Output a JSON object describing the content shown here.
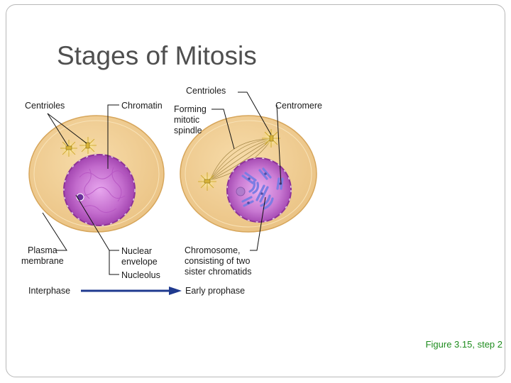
{
  "slide": {
    "title": "Stages of Mitosis",
    "caption": "Figure 3.15, step 2"
  },
  "labels": {
    "centrioles_left": "Centrioles",
    "chromatin": "Chromatin",
    "centrioles_top": "Centrioles",
    "forming_spindle_line1": "Forming",
    "forming_spindle_line2": "mitotic",
    "forming_spindle_line3": "spindle",
    "centromere": "Centromere",
    "plasma_membrane_line1": "Plasma",
    "plasma_membrane_line2": "membrane",
    "nuclear_envelope_line1": "Nuclear",
    "nuclear_envelope_line2": "envelope",
    "nucleolus": "Nucleolus",
    "chromosome_line1": "Chromosome,",
    "chromosome_line2": "consisting of two",
    "chromosome_line3": "sister chromatids"
  },
  "stages": {
    "from": "Interphase",
    "to": "Early prophase"
  },
  "colors": {
    "cell_fill": "#f2cf93",
    "cell_outline": "#d9a85a",
    "nucleus_fill": "#b24dbd",
    "nucleus_center": "#e9a3ee",
    "chromosome": "#8080e6",
    "arrow": "#1f3a8f",
    "caption": "#1e8c1e"
  }
}
